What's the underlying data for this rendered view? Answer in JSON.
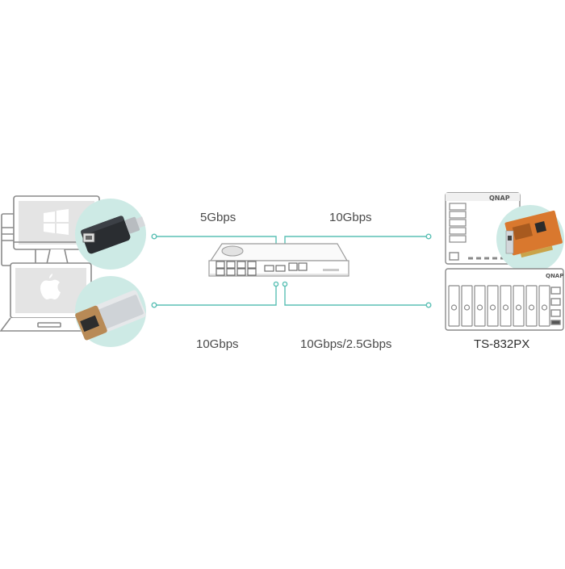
{
  "links": {
    "top_left": "5Gbps",
    "top_right": "10Gbps",
    "bottom_left": "10Gbps",
    "bottom_right": "10Gbps/2.5Gbps"
  },
  "devices": {
    "windows_pc": {
      "icon": "windows-logo-icon"
    },
    "mac_laptop": {
      "icon": "apple-logo-icon"
    },
    "usb_adapter": {
      "icon": "usb-5gbe-adapter-icon"
    },
    "thunderbolt_adapter": {
      "icon": "thunderbolt-sfp-adapter-icon"
    },
    "switch": {
      "icon": "network-switch-icon"
    },
    "nas_tower": {
      "icon": "nas-tower-icon",
      "brand": "QNAP"
    },
    "nas_rack": {
      "icon": "nas-8bay-icon",
      "brand": "QNAP",
      "model": "TS-832PX"
    },
    "pcie_card": {
      "icon": "pcie-network-card-icon"
    }
  },
  "colors": {
    "connector": "#5bc0b5",
    "device_outline": "#8a8a8a",
    "bubble": "#cdeae5"
  }
}
